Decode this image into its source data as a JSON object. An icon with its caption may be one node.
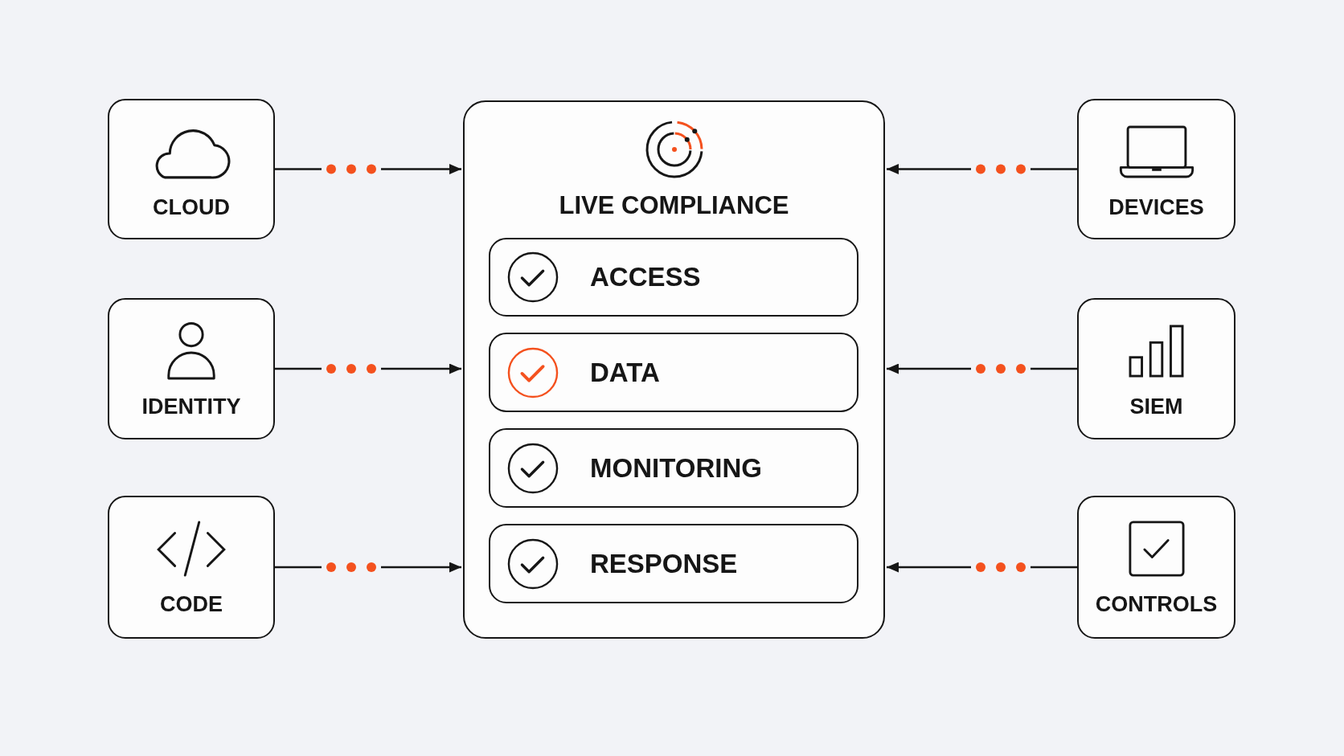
{
  "diagram": {
    "nodes": [
      {
        "text": [
          "CLOUD"
        ]
      },
      {
        "text": [
          "IDENTITY"
        ]
      },
      {
        "text": [
          "CODE"
        ]
      },
      {
        "text": [
          "LIVE COMPLIANCE"
        ]
      },
      {
        "text": [
          "ACCESS"
        ],
        "in": 3
      },
      {
        "text": [
          "DATA"
        ],
        "in": 3
      },
      {
        "text": [
          "MONITORING"
        ],
        "in": 3
      },
      {
        "text": [
          "RESPONSE"
        ],
        "in": 3
      },
      {
        "text": [
          "DEVICES"
        ]
      },
      {
        "text": [
          "SIEM"
        ]
      },
      {
        "text": [
          "CONTROLS"
        ]
      }
    ],
    "edges": [
      {
        "from": 0,
        "to": 3,
        "arrow": "to"
      },
      {
        "from": 1,
        "to": 3,
        "arrow": "to"
      },
      {
        "from": 2,
        "to": 3,
        "arrow": "to"
      },
      {
        "from": 8,
        "to": 3,
        "arrow": "to"
      },
      {
        "from": 9,
        "to": 3,
        "arrow": "to"
      },
      {
        "from": 10,
        "to": 3,
        "arrow": "to"
      }
    ]
  }
}
